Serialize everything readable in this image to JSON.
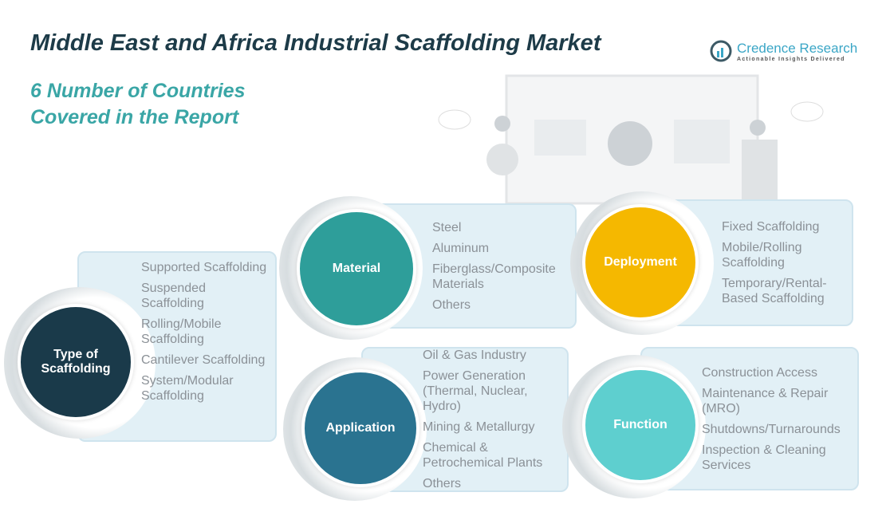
{
  "title": "Middle East and Africa Industrial Scaffolding Market",
  "subtitle_line1": "6 Number of Countries",
  "subtitle_line2": "Covered in the Report",
  "logo": {
    "name": "Credence Research",
    "tagline": "Actionable Insights Delivered"
  },
  "segments": {
    "type": {
      "label": "Type of Scaffolding",
      "items": [
        "Supported Scaffolding",
        "Suspended Scaffolding",
        "Rolling/Mobile Scaffolding",
        "Cantilever Scaffolding",
        "System/Modular Scaffolding"
      ]
    },
    "material": {
      "label": "Material",
      "items": [
        "Steel",
        "Aluminum",
        "Fiberglass/Composite Materials",
        "Others"
      ]
    },
    "deployment": {
      "label": "Deployment",
      "items": [
        "Fixed Scaffolding",
        "Mobile/Rolling Scaffolding",
        "Temporary/Rental-Based Scaffolding"
      ]
    },
    "application": {
      "label": "Application",
      "items": [
        "Oil & Gas Industry",
        "Power Generation (Thermal, Nuclear, Hydro)",
        "Mining & Metallurgy",
        "Chemical & Petrochemical Plants",
        "Others"
      ]
    },
    "function": {
      "label": "Function",
      "items": [
        "Construction Access",
        "Maintenance & Repair (MRO)",
        "Shutdowns/Turnarounds",
        "Inspection & Cleaning Services"
      ]
    }
  }
}
